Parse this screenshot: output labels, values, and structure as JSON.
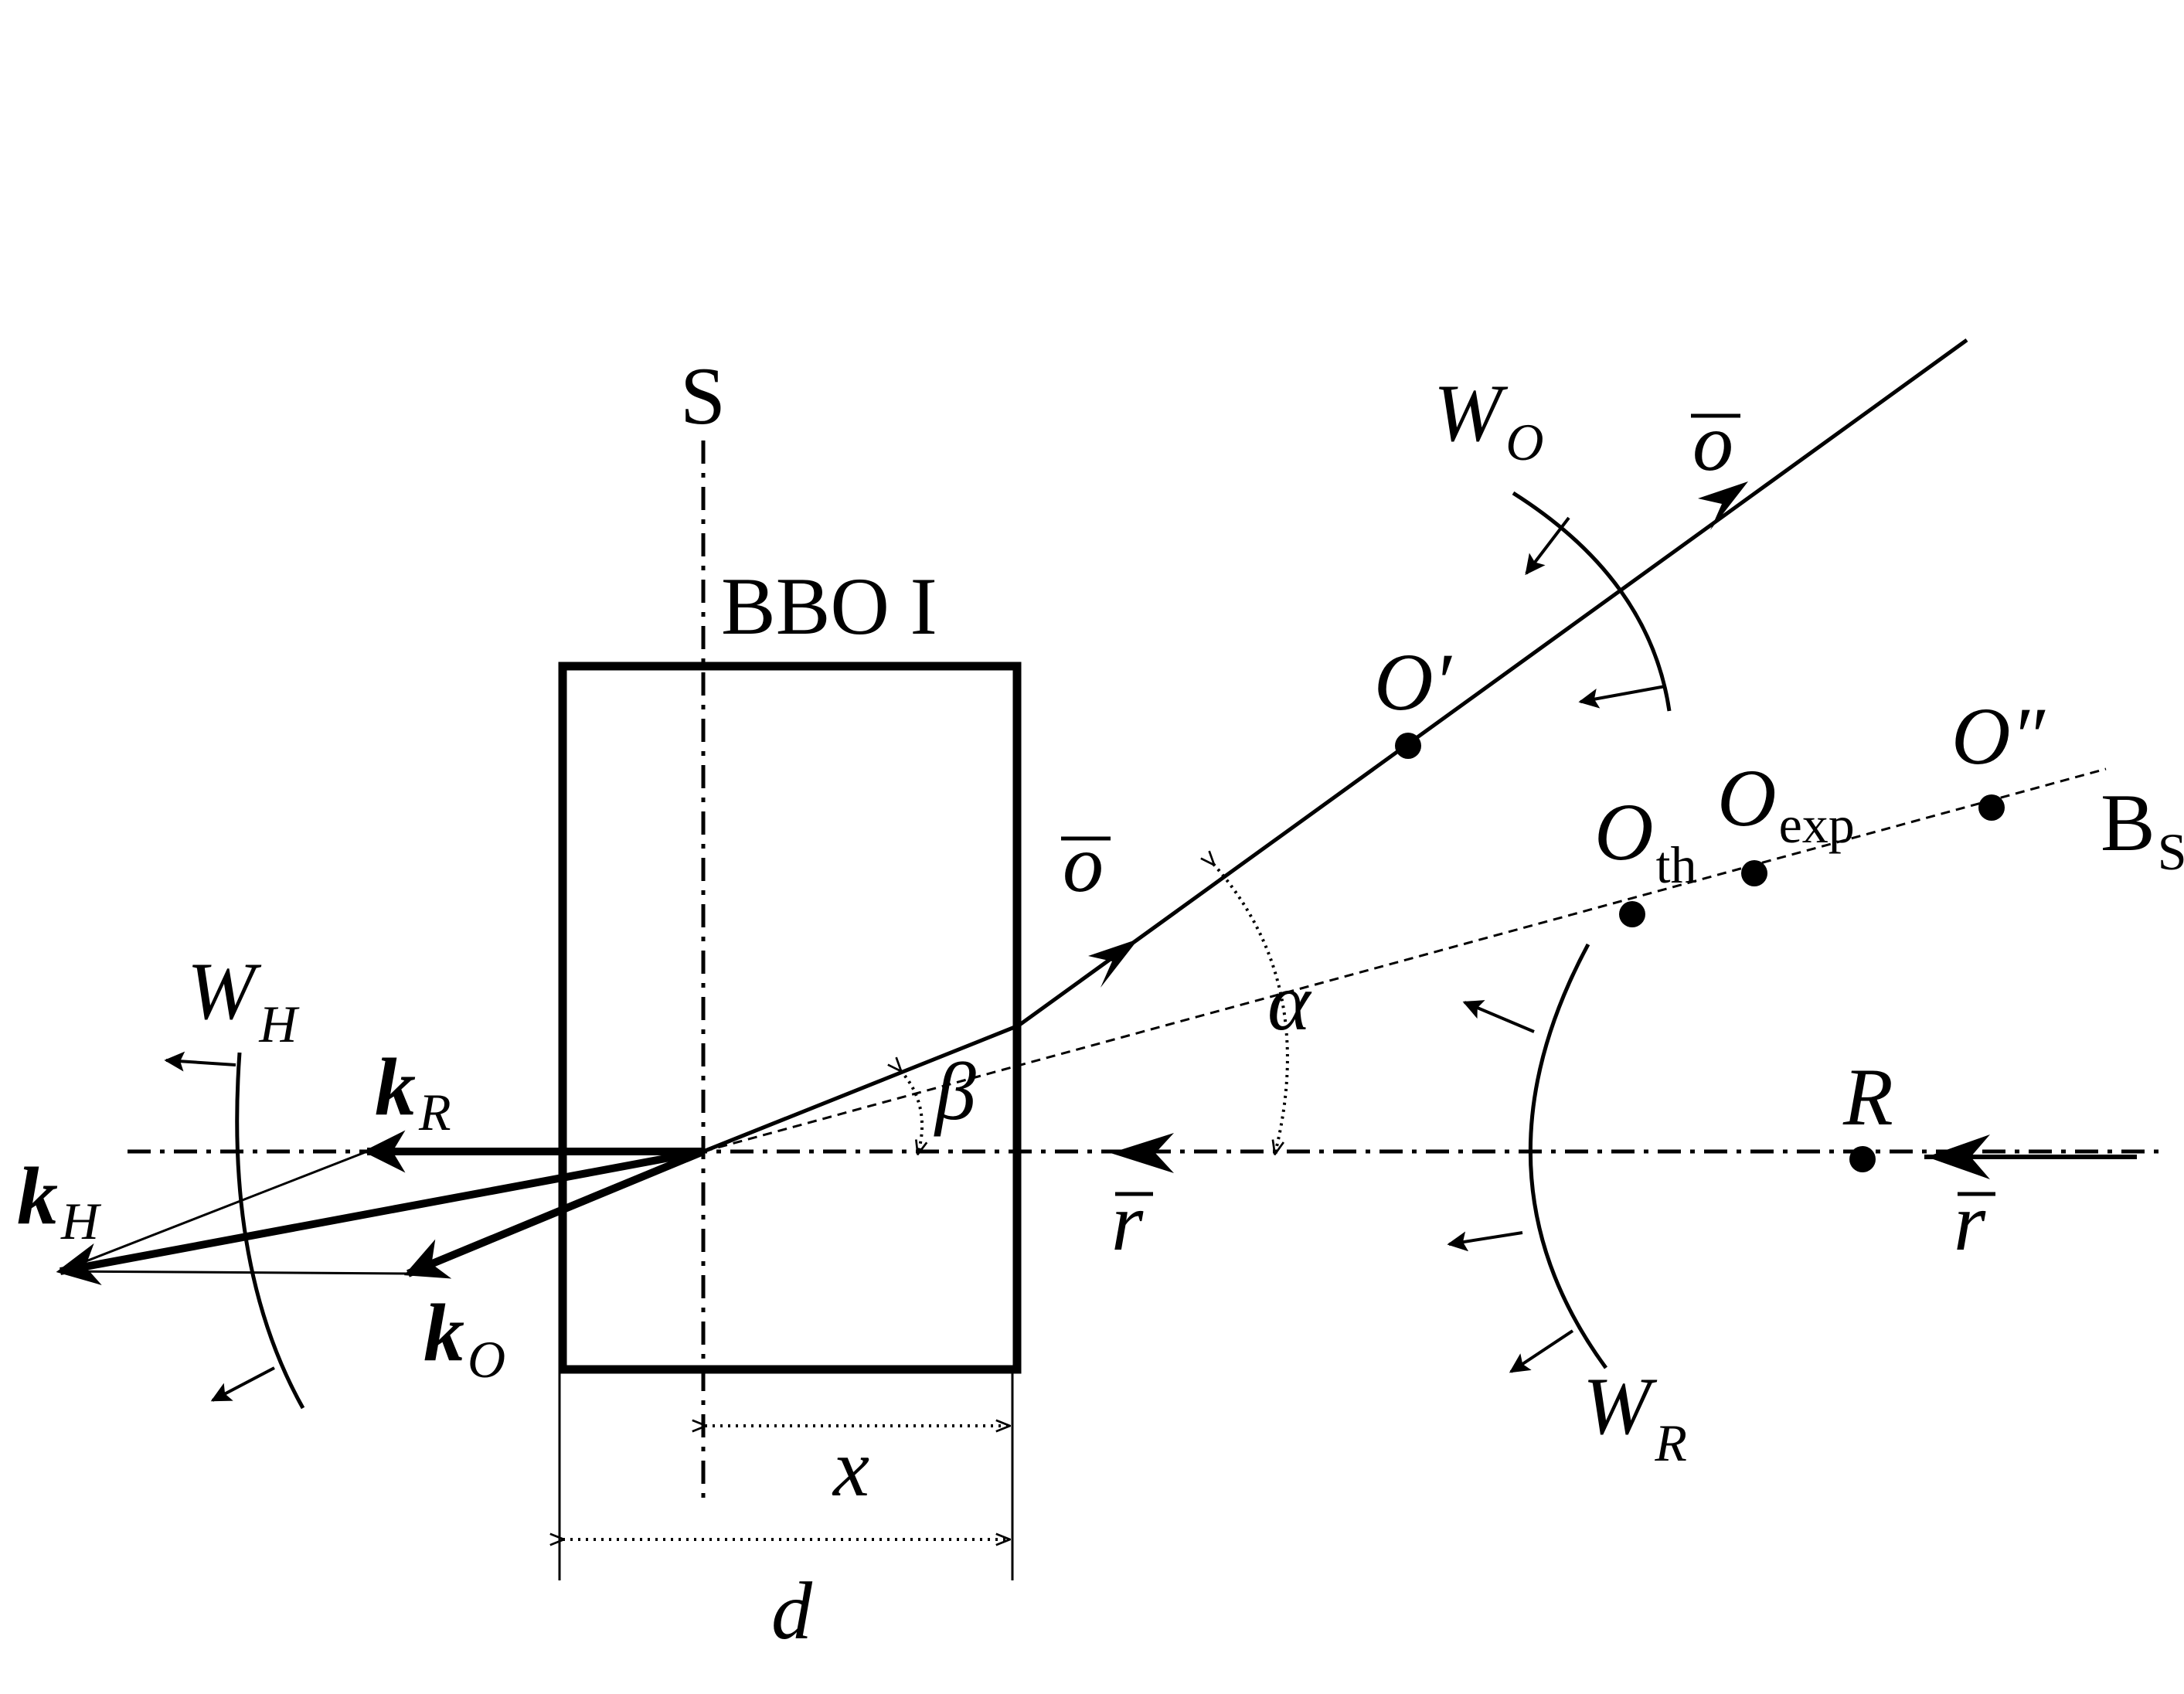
{
  "labels": {
    "s_axis": "S",
    "crystal": "BBO I",
    "w_o_main": "W",
    "w_o_sub": "O",
    "w_h_main": "W",
    "w_h_sub": "H",
    "w_r_main": "W",
    "w_r_sub": "R",
    "k_r_main": "k",
    "k_r_sub": "R",
    "k_h_main": "k",
    "k_h_sub": "H",
    "k_o_main": "k",
    "k_o_sub": "O",
    "o_bar_upper": "o",
    "o_bar_lower": "o",
    "r_bar_mid": "r",
    "r_bar_right": "r",
    "o_prime": "O′",
    "o_double_prime": "O″",
    "o_th_main": "O",
    "o_th_sub": "th",
    "o_exp_main": "O",
    "o_exp_sub": "exp",
    "b_s_main": "B",
    "b_s_sub": "S",
    "point_r": "R",
    "alpha": "α",
    "beta": "β",
    "dim_x": "x",
    "dim_d": "d"
  }
}
